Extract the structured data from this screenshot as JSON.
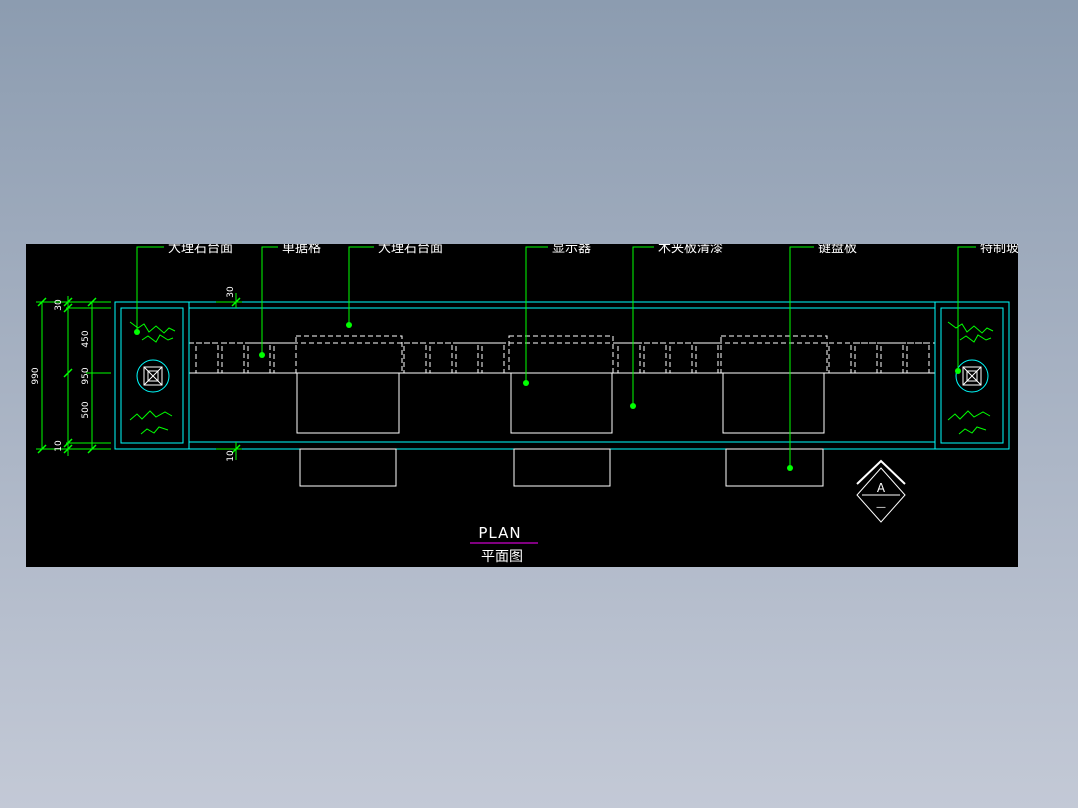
{
  "colors": {
    "background": "#000000",
    "outline": "#00ffff",
    "leader": "#00ff00",
    "linework": "#ffffff",
    "underline": "#ff00ff"
  },
  "labels": {
    "marble_left": "大理石台面",
    "shelf": "单据格",
    "marble_top": "大理石台面",
    "monitor": "显示器",
    "plywood": "木夹板清漆",
    "keyboard": "键盘板",
    "glass_lamp": "特制玻璃灯"
  },
  "dimensions": {
    "top_30": "30",
    "left_30": "30",
    "left_450": "450",
    "left_500": "500",
    "left_10": "10",
    "total_990": "990",
    "total_950": "950",
    "bottom_10": "10"
  },
  "section_marker": {
    "letter": "A",
    "sheet": "—"
  },
  "title": {
    "en": "PLAN",
    "zh": "平面图"
  }
}
